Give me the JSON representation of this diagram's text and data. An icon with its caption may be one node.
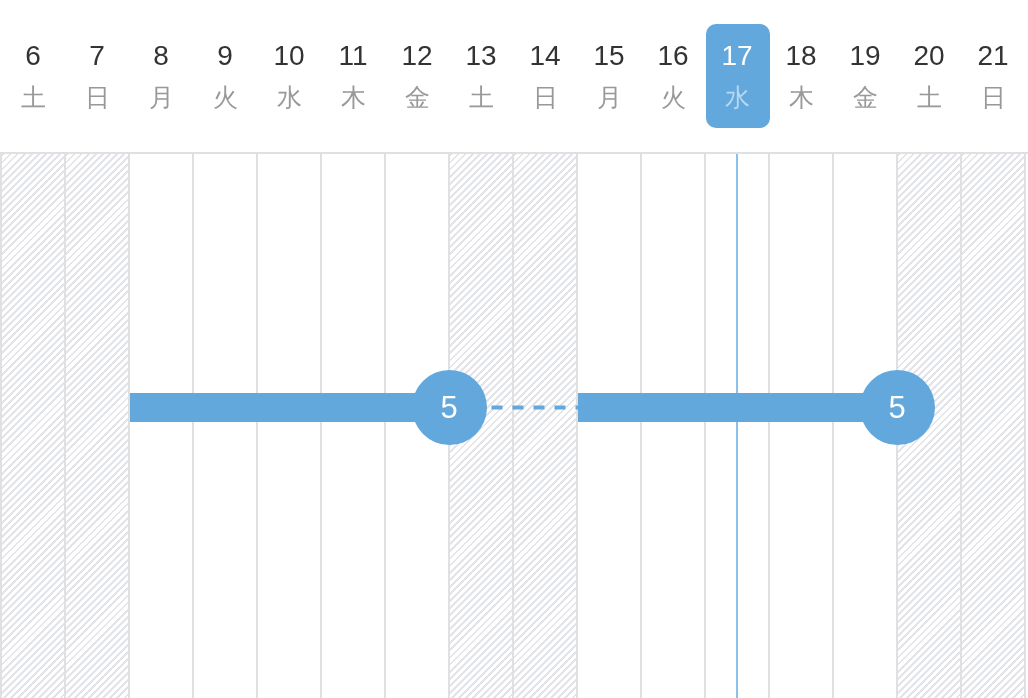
{
  "diagram": {
    "nodes": [
      {
        "text": [
          "5"
        ]
      },
      {
        "text": [
          "5"
        ]
      }
    ],
    "edges": [
      {
        "from": 0,
        "to": 1,
        "arrow": "none",
        "style": "dashed"
      }
    ],
    "labels": [
      "6",
      "7",
      "8",
      "9",
      "10",
      "11",
      "12",
      "13",
      "14",
      "15",
      "16",
      "17",
      "18",
      "19",
      "20",
      "21",
      "土",
      "日",
      "月",
      "火",
      "水",
      "木",
      "金",
      "土",
      "日",
      "月",
      "火",
      "水",
      "木",
      "金",
      "土",
      "日"
    ]
  }
}
